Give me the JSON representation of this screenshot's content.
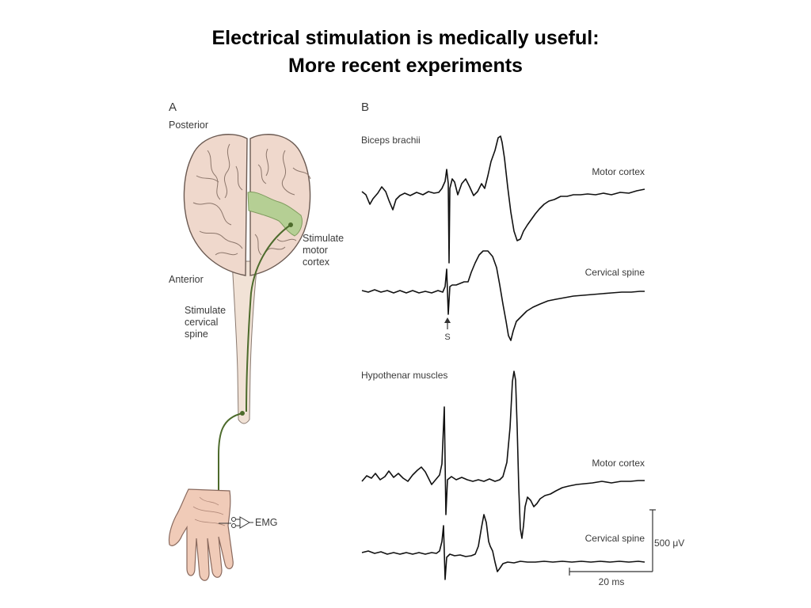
{
  "slide": {
    "title_line1": "Electrical stimulation is medically useful:",
    "title_line2": "More recent experiments"
  },
  "panel_a": {
    "letter": "A",
    "posterior": "Posterior",
    "anterior": "Anterior",
    "stim_motor": [
      "Stimulate",
      "motor",
      "cortex"
    ],
    "stim_spine": [
      "Stimulate",
      "cervical",
      "spine"
    ],
    "emg": "EMG"
  },
  "panel_b": {
    "letter": "B",
    "biceps": {
      "heading": "Biceps  brachii",
      "trace1": "Motor  cortex",
      "trace2": "Cervical  spine",
      "stim_marker": "S"
    },
    "hypothenar": {
      "heading": "Hypothenar  muscles",
      "trace1": "Motor  cortex",
      "trace2": "Cervical  spine"
    },
    "scale_voltage": "500  μV",
    "scale_time": "20  ms"
  },
  "colors": {
    "brain_fill": "#efd8cc",
    "motor_area": "#b5cf94",
    "wire": "#4d6b2c",
    "hand_fill": "#f0cbb8",
    "trace": "#111111"
  }
}
